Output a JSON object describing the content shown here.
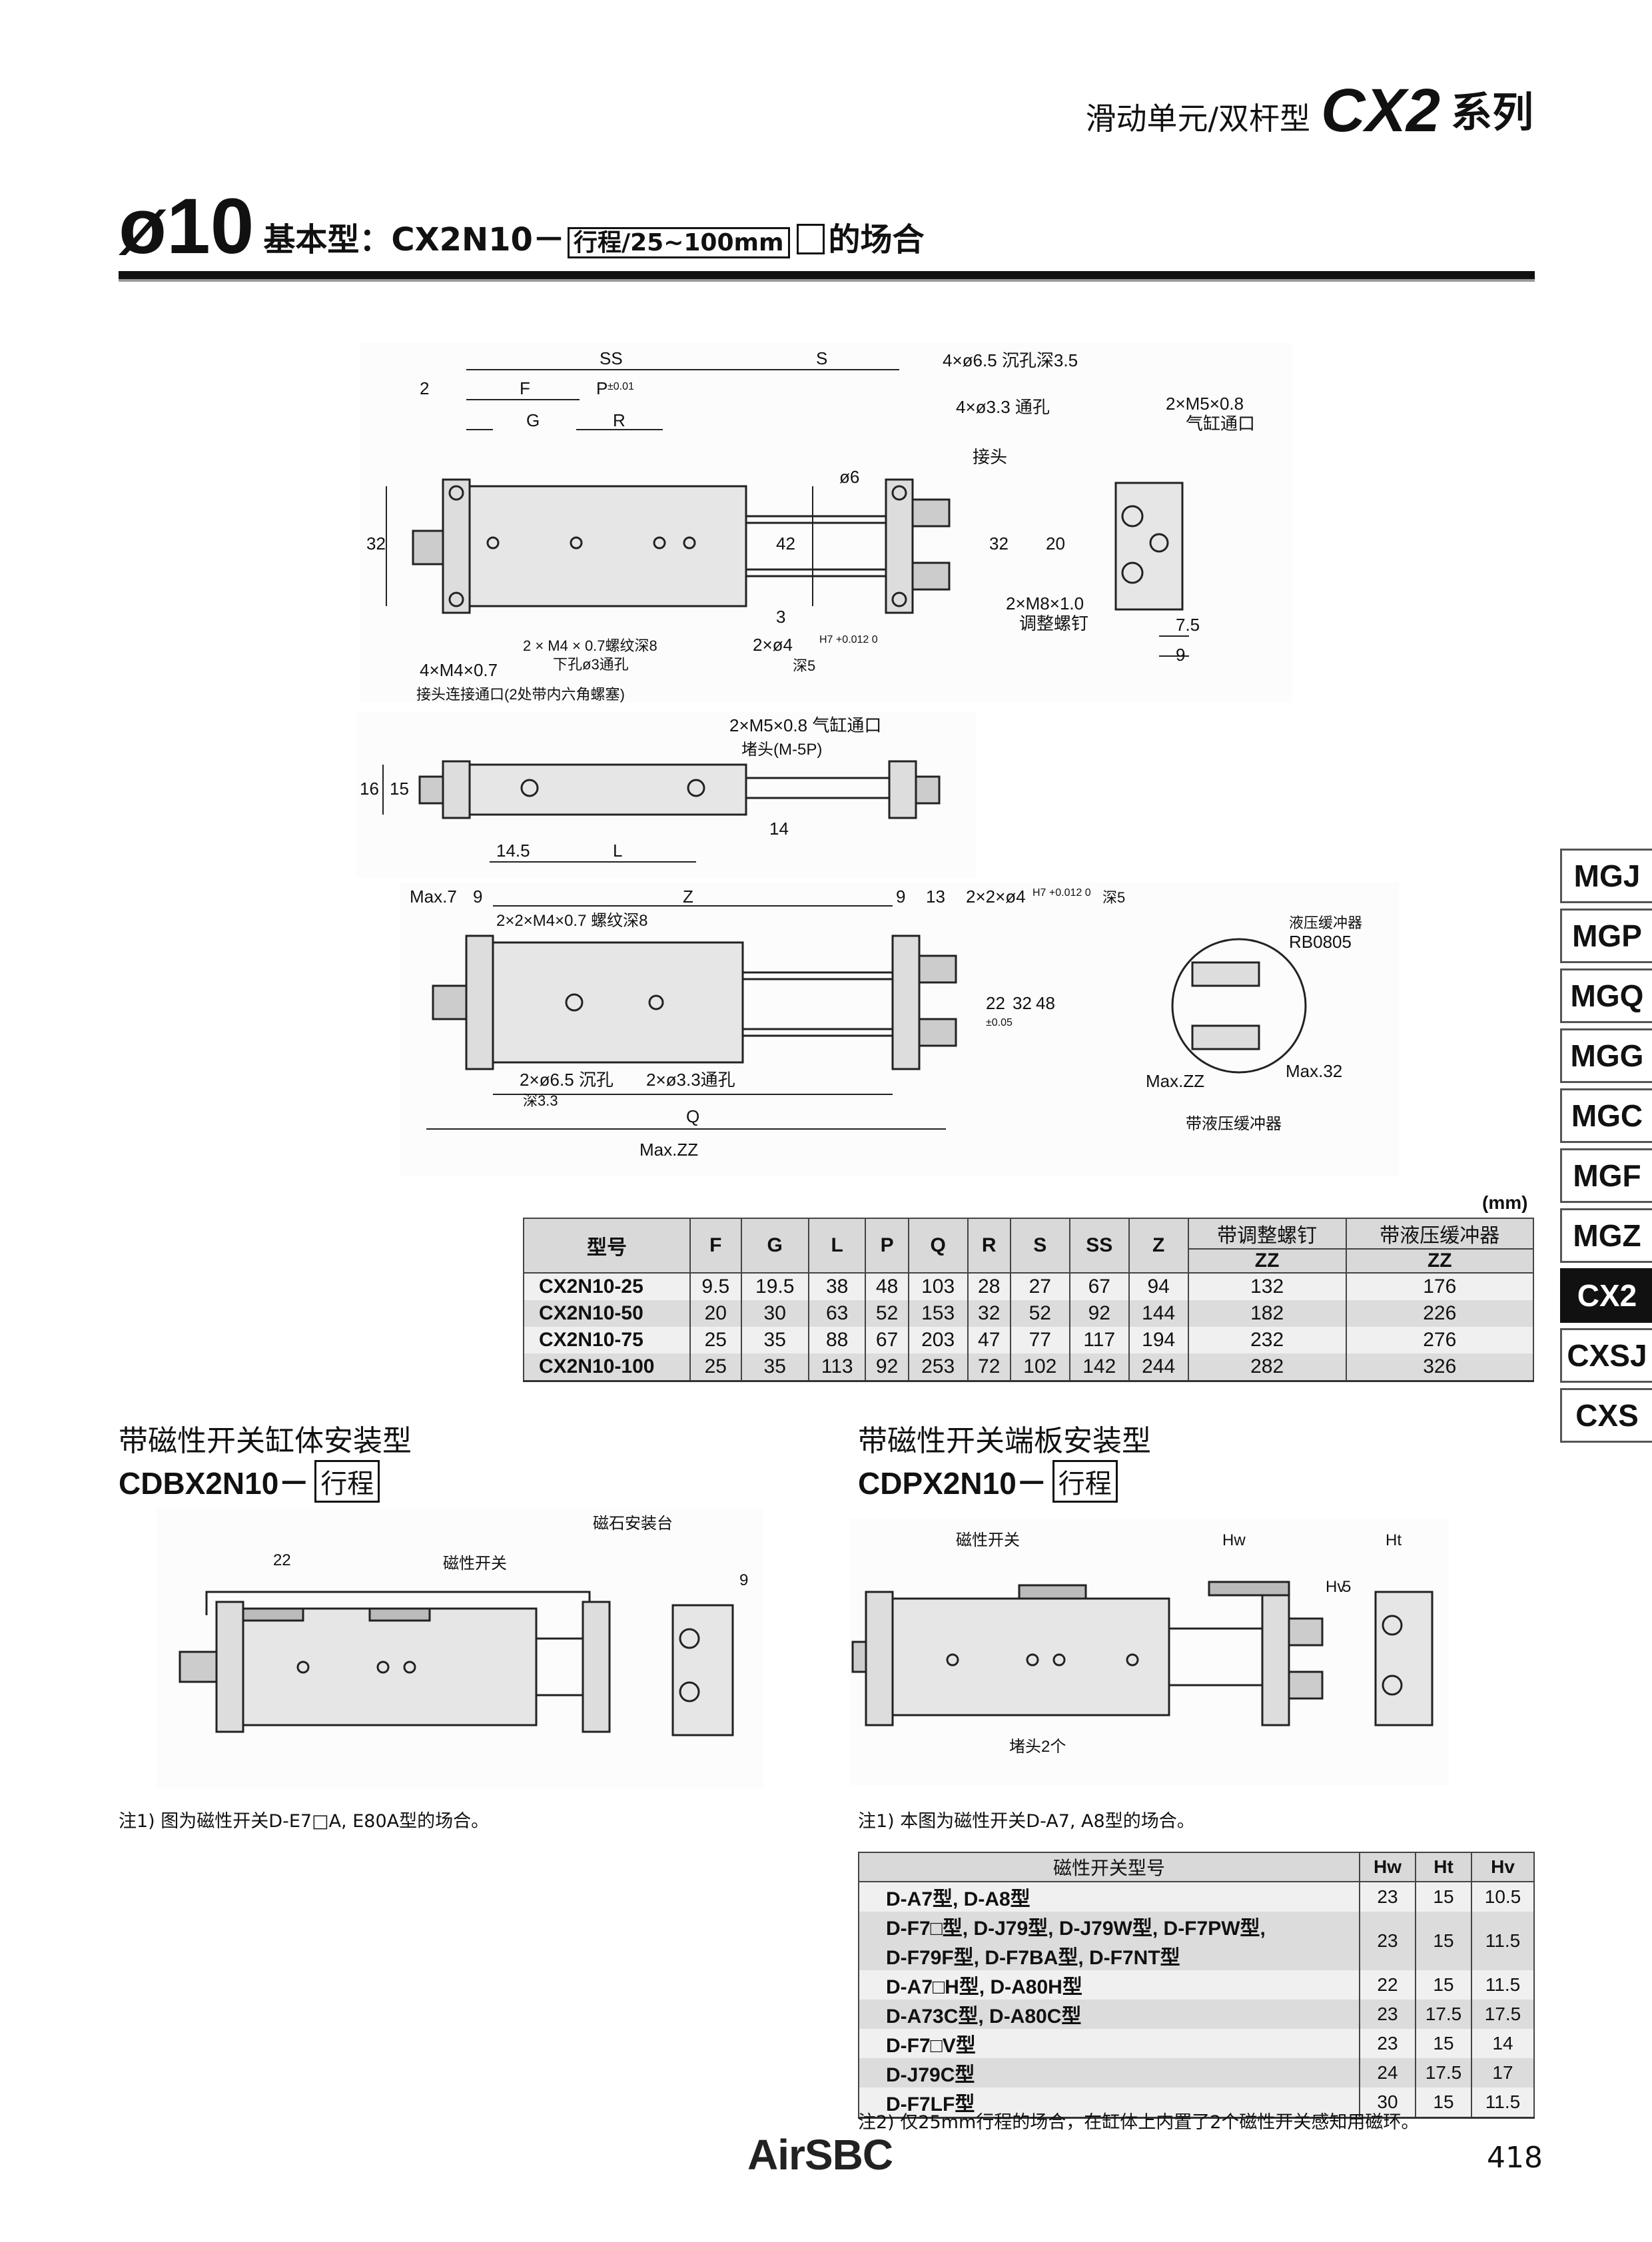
{
  "header": {
    "subtitle": "滑动单元/双杆型",
    "series_model": "CX2",
    "series_suffix": "系列"
  },
  "section": {
    "bore": "ø10",
    "title_prefix": "基本型：CX2N10－",
    "title_box": "行程/25~100mm",
    "title_suffix": "的场合"
  },
  "side_tabs": [
    {
      "label": "MGJ",
      "active": false
    },
    {
      "label": "MGP",
      "active": false
    },
    {
      "label": "MGQ",
      "active": false
    },
    {
      "label": "MGG",
      "active": false
    },
    {
      "label": "MGC",
      "active": false
    },
    {
      "label": "MGF",
      "active": false
    },
    {
      "label": "MGZ",
      "active": false
    },
    {
      "label": "CX2",
      "active": true
    },
    {
      "label": "CXSJ",
      "active": false
    },
    {
      "label": "CXS",
      "active": false
    }
  ],
  "drawing_labels": {
    "top": {
      "ss": "SS",
      "s": "S",
      "f": "F",
      "p": "P",
      "p_tol": "±0.01",
      "g": "G",
      "r": "R",
      "two": "2",
      "h32": "32",
      "h42": "42",
      "h3": "3",
      "phi6": "ø6",
      "h32b": "32",
      "h20": "20",
      "c1": "4×ø6.5 沉孔深3.5",
      "c2": "4×ø3.3 通孔",
      "c3": "接头",
      "c4": "2×M5×0.8",
      "c5": "气缸通口",
      "c6": "2×M8×1.0",
      "c7": "调整螺钉",
      "c8": "2 × M4 × 0.7螺纹深8",
      "c9": "下孔ø3通孔",
      "c10": "2×ø4",
      "c10_tol": "H7 +0.012 0",
      "c11": "深5",
      "c12": "4×M4×0.7",
      "c13": "接头连接通口(2处带内六角螺塞)",
      "d75": "7.5",
      "d9": "9"
    },
    "middle": {
      "c1": "2×M5×0.8 气缸通口",
      "c2": "堵头(M-5P)",
      "h16": "16",
      "h15": "15",
      "h14": "14",
      "d145": "14.5",
      "l": "L"
    },
    "bottom": {
      "max7": "Max.7",
      "n9": "9",
      "z": "Z",
      "n9b": "9",
      "n13": "13",
      "c1": "2×2×ø4",
      "c1_tol": "H7 +0.012 0",
      "c1_depth": "深5",
      "c2": "2×2×M4×0.7 螺纹深8",
      "h22": "22",
      "h22_tol": "±0.05",
      "h32": "32",
      "h48": "48",
      "c3": "2×ø6.5 沉孔",
      "c3b": "深3.3",
      "c4": "2×ø3.3通孔",
      "q": "Q",
      "maxzz": "Max.ZZ",
      "d1": "液压缓冲器",
      "d2": "RB0805",
      "d3": "Max.ZZ",
      "d4": "Max.32",
      "d5": "带液压缓冲器"
    }
  },
  "dim_table": {
    "unit": "(mm)",
    "headers": [
      "型号",
      "F",
      "G",
      "L",
      "P",
      "Q",
      "R",
      "S",
      "SS",
      "Z"
    ],
    "group1": "带调整螺钉",
    "group2": "带液压缓冲器",
    "zz": "ZZ",
    "rows": [
      [
        "CX2N10-25",
        "9.5",
        "19.5",
        "38",
        "48",
        "103",
        "28",
        "27",
        "67",
        "94",
        "132",
        "176"
      ],
      [
        "CX2N10-50",
        "20",
        "30",
        "63",
        "52",
        "153",
        "32",
        "52",
        "92",
        "144",
        "182",
        "226"
      ],
      [
        "CX2N10-75",
        "25",
        "35",
        "88",
        "67",
        "203",
        "47",
        "77",
        "117",
        "194",
        "232",
        "276"
      ],
      [
        "CX2N10-100",
        "25",
        "35",
        "113",
        "92",
        "253",
        "72",
        "102",
        "142",
        "244",
        "282",
        "326"
      ]
    ]
  },
  "left_variant": {
    "heading": "带磁性开关缸体安装型",
    "model": "CDBX2N10－",
    "box": "行程",
    "labels": {
      "d22": "22",
      "sw": "磁性开关",
      "mag": "磁石安装台",
      "n9": "9"
    },
    "note": "注1) 图为磁性开关D-E7□A, E80A型的场合。"
  },
  "right_variant": {
    "heading": "带磁性开关端板安装型",
    "model": "CDPX2N10－",
    "box": "行程",
    "labels": {
      "sw": "磁性开关",
      "hw": "Hw",
      "ht": "Ht",
      "hv": "Hv",
      "n5": "5",
      "plug": "堵头2个"
    },
    "note": "注1) 本图为磁性开关D-A7, A8型的场合。"
  },
  "switch_table": {
    "headers": [
      "磁性开关型号",
      "Hw",
      "Ht",
      "Hv"
    ],
    "rows": [
      {
        "model": "D-A7型, D-A8型",
        "model2": "",
        "hw": "23",
        "ht": "15",
        "hv": "10.5"
      },
      {
        "model": "D-F7□型, D-J79型, D-J79W型, D-F7PW型,",
        "model2": "D-F79F型, D-F7BA型, D-F7NT型",
        "hw": "23",
        "ht": "15",
        "hv": "11.5"
      },
      {
        "model": "D-A7□H型, D-A80H型",
        "model2": "",
        "hw": "22",
        "ht": "15",
        "hv": "11.5"
      },
      {
        "model": "D-A73C型, D-A80C型",
        "model2": "",
        "hw": "23",
        "ht": "17.5",
        "hv": "17.5"
      },
      {
        "model": "D-F7□V型",
        "model2": "",
        "hw": "23",
        "ht": "15",
        "hv": "14"
      },
      {
        "model": "D-J79C型",
        "model2": "",
        "hw": "24",
        "ht": "17.5",
        "hv": "17"
      },
      {
        "model": "D-F7LF型",
        "model2": "",
        "hw": "30",
        "ht": "15",
        "hv": "11.5"
      }
    ],
    "note": "注2) 仅25mm行程的场合，在缸体上内置了2个磁性开关感知用磁环。"
  },
  "footer": {
    "logo": "AirSBC",
    "page": "418"
  }
}
